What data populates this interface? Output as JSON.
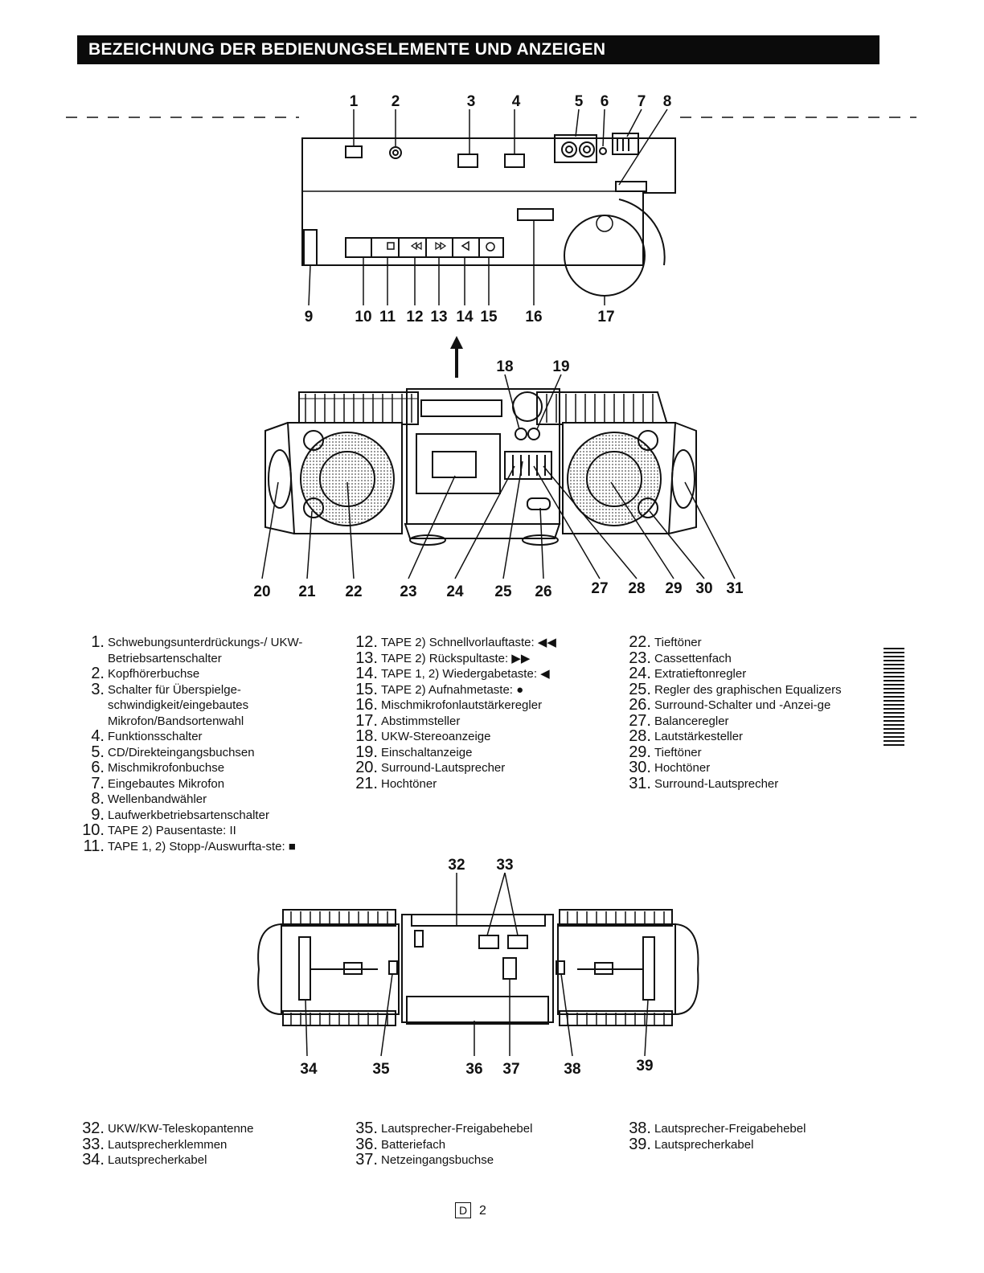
{
  "header": {
    "title": "BEZEICHNUNG DER BEDIENUNGSELEMENTE UND ANZEIGEN"
  },
  "figures": {
    "top_labels": [
      "1",
      "2",
      "3",
      "4",
      "5",
      "6",
      "7",
      "8",
      "9",
      "10",
      "11",
      "12",
      "13",
      "14",
      "15",
      "16",
      "17"
    ],
    "front_labels": [
      "18",
      "19",
      "20",
      "21",
      "22",
      "23",
      "24",
      "25",
      "26",
      "27",
      "28",
      "29",
      "30",
      "31"
    ],
    "rear_labels": [
      "32",
      "33",
      "34",
      "35",
      "36",
      "37",
      "38",
      "39"
    ]
  },
  "list1": {
    "col1": [
      {
        "n": "1.",
        "t": "Schwebungsunterdrückungs-/ UKW-Betriebsartenschalter"
      },
      {
        "n": "2.",
        "t": "Kopfhörerbuchse"
      },
      {
        "n": "3.",
        "t": "Schalter für Überspielge-schwindigkeit/eingebautes Mikrofon/Bandsortenwahl"
      },
      {
        "n": "4.",
        "t": "Funktionsschalter"
      },
      {
        "n": "5.",
        "t": "CD/Direkteingangsbuchsen"
      },
      {
        "n": "6.",
        "t": "Mischmikrofonbuchse"
      },
      {
        "n": "7.",
        "t": "Eingebautes Mikrofon"
      },
      {
        "n": "8.",
        "t": "Wellenbandwähler"
      },
      {
        "n": "9.",
        "t": "Laufwerkbetriebsartenschalter"
      },
      {
        "n": "10.",
        "t": "TAPE 2) Pausentaste: II"
      },
      {
        "n": "11.",
        "t": "TAPE 1, 2) Stopp-/Auswurfta-ste: ■"
      }
    ],
    "col2": [
      {
        "n": "12.",
        "t": "TAPE 2) Schnellvorlauftaste: ◀◀"
      },
      {
        "n": "13.",
        "t": "TAPE 2) Rückspultaste: ▶▶"
      },
      {
        "n": "14.",
        "t": "TAPE 1, 2) Wiedergabetaste: ◀"
      },
      {
        "n": "15.",
        "t": "TAPE 2) Aufnahmetaste: ●"
      },
      {
        "n": "16.",
        "t": "Mischmikrofonlautstärkeregler"
      },
      {
        "n": "17.",
        "t": "Abstimmsteller"
      },
      {
        "n": "18.",
        "t": "UKW-Stereoanzeige"
      },
      {
        "n": "19.",
        "t": "Einschaltanzeige"
      },
      {
        "n": "20.",
        "t": "Surround-Lautsprecher"
      },
      {
        "n": "21.",
        "t": "Hochtöner"
      }
    ],
    "col3": [
      {
        "n": "22.",
        "t": "Tieftöner"
      },
      {
        "n": "23.",
        "t": "Cassettenfach"
      },
      {
        "n": "24.",
        "t": "Extratieftonregler"
      },
      {
        "n": "25.",
        "t": "Regler des graphischen Equalizers"
      },
      {
        "n": "26.",
        "t": "Surround-Schalter und -Anzei-ge"
      },
      {
        "n": "27.",
        "t": "Balanceregler"
      },
      {
        "n": "28.",
        "t": "Lautstärkesteller"
      },
      {
        "n": "29.",
        "t": "Tieftöner"
      },
      {
        "n": "30.",
        "t": "Hochtöner"
      },
      {
        "n": "31.",
        "t": "Surround-Lautsprecher"
      }
    ]
  },
  "list2": {
    "col1": [
      {
        "n": "32.",
        "t": "UKW/KW-Teleskopantenne"
      },
      {
        "n": "33.",
        "t": "Lautsprecherklemmen"
      },
      {
        "n": "34.",
        "t": "Lautsprecherkabel"
      }
    ],
    "col2": [
      {
        "n": "35.",
        "t": "Lautsprecher-Freigabehebel"
      },
      {
        "n": "36.",
        "t": "Batteriefach"
      },
      {
        "n": "37.",
        "t": "Netzeingangsbuchse"
      }
    ],
    "col3": [
      {
        "n": "38.",
        "t": "Lautsprecher-Freigabehebel"
      },
      {
        "n": "39.",
        "t": "Lautsprecherkabel"
      }
    ]
  },
  "footer": {
    "section": "D",
    "page": "2"
  }
}
